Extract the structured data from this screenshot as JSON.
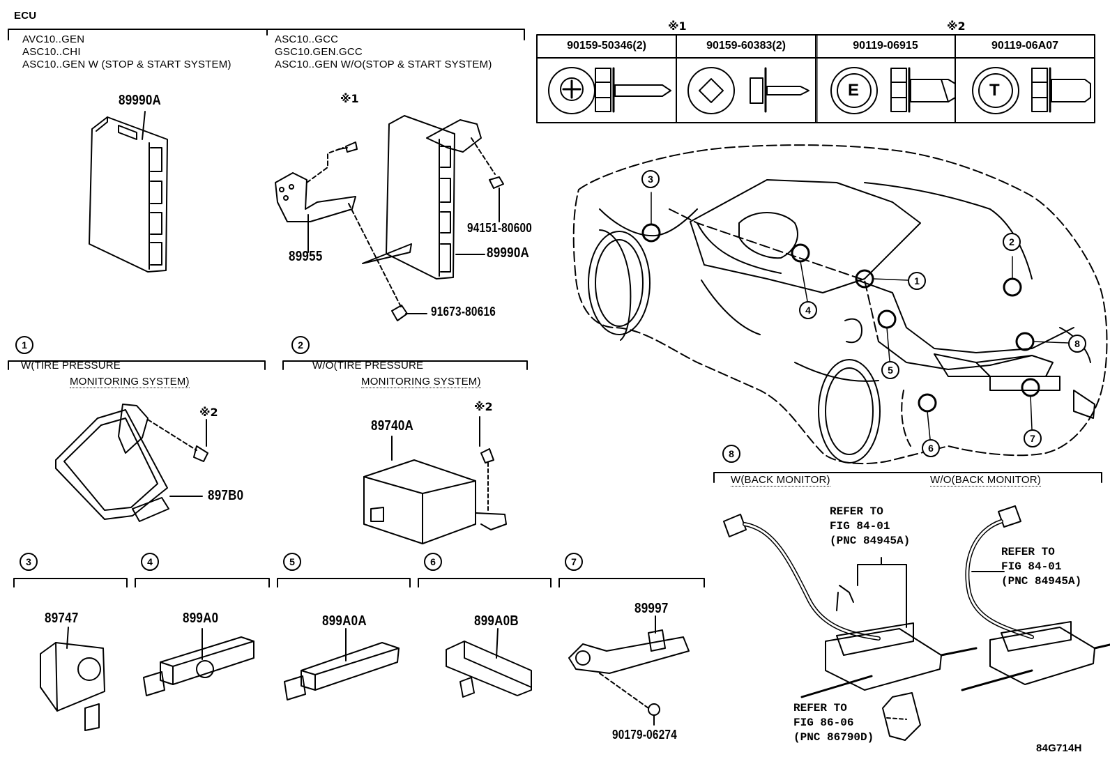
{
  "title": "ECU",
  "diagram_code": "84G714H",
  "ecu_section": {
    "left_models": [
      "AVC10..GEN",
      "ASC10..CHI",
      "ASC10..GEN W (STOP & START SYSTEM)"
    ],
    "right_models": [
      "ASC10..GCC",
      "GSC10.GEN.GCC",
      "ASC10..GEN W/O(STOP & START SYSTEM)"
    ],
    "parts": {
      "ecu_left": "89990A",
      "ecu_right": "89990A",
      "bracket": "89955",
      "clip": "94151-80600",
      "bolt": "91673-80616",
      "bolt_mark": "※1"
    }
  },
  "fastener_table": {
    "group1_mark": "※1",
    "group2_mark": "※2",
    "columns": [
      {
        "part": "90159-50346(2)",
        "head": "+"
      },
      {
        "part": "90159-60383(2)",
        "head": ""
      },
      {
        "part": "90119-06915",
        "head": "E"
      },
      {
        "part": "90119-06A07",
        "head": "T"
      }
    ]
  },
  "callouts": [
    "1",
    "2",
    "3",
    "4",
    "5",
    "6",
    "7",
    "8"
  ],
  "section1": {
    "num": "1",
    "line1": "W(TIRE PRESSURE",
    "line2": "MONITORING SYSTEM)",
    "part": "897B0",
    "mark": "※2"
  },
  "section2": {
    "num": "2",
    "line1": "W/O(TIRE PRESSURE",
    "line2": "MONITORING SYSTEM)",
    "part": "89740A",
    "mark": "※2"
  },
  "section3": {
    "num": "3",
    "part": "89747"
  },
  "section4": {
    "num": "4",
    "part": "899A0"
  },
  "section5": {
    "num": "5",
    "part": "899A0A"
  },
  "section6": {
    "num": "6",
    "part": "899A0B"
  },
  "section7": {
    "num": "7",
    "part": "89997",
    "part2": "90179-06274"
  },
  "section8": {
    "num": "8",
    "left_header": "W(BACK MONITOR)",
    "right_header": "W/O(BACK MONITOR)",
    "ref_a": [
      "REFER TO",
      "FIG 84-01",
      "(PNC 84945A)"
    ],
    "ref_b": [
      "REFER TO",
      "FIG 84-01",
      "(PNC 84945A)"
    ],
    "ref_c": [
      "REFER TO",
      "FIG 86-06",
      "(PNC 86790D)"
    ]
  }
}
